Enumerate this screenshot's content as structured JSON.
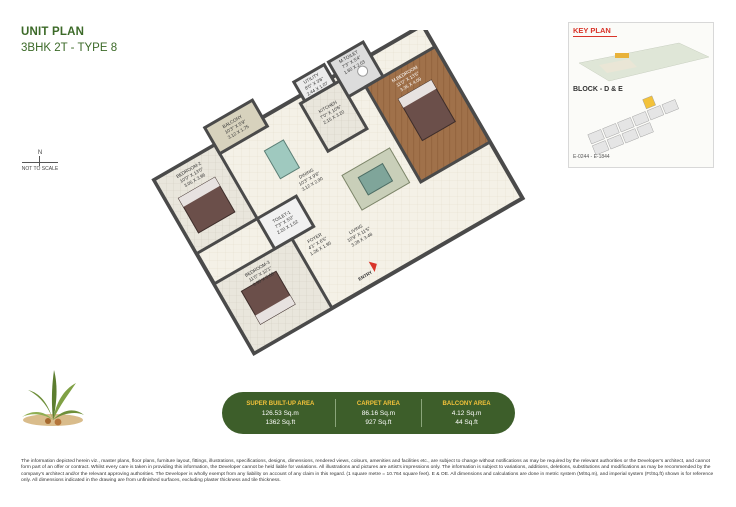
{
  "header": {
    "title": "UNIT PLAN",
    "subtitle": "3BHK 2T - TYPE 8"
  },
  "north": {
    "letter": "N",
    "note": "NOT TO SCALE"
  },
  "rooms": {
    "bedroom2": {
      "name": "BEDROOM-2",
      "dim1": "10'0\" X 13'0\"",
      "dim2": "3.05 X 3.96"
    },
    "balcony": {
      "name": "BALCONY",
      "dim1": "10'3\" X 5'9\"",
      "dim2": "3.12 X 1.75"
    },
    "utility": {
      "name": "UTILITY",
      "dim1": "8'0\" X 3'6\"",
      "dim2": "2.44 X 1.07"
    },
    "mtoilet": {
      "name": "M.TOILET",
      "dim1": "7'3\" X 5'4\"",
      "dim2": "1.60 X 2.03"
    },
    "kitchen": {
      "name": "KITCHEN",
      "dim1": "7'0\" X 10'6\"",
      "dim2": "2.15 X 3.20"
    },
    "mbedroom": {
      "name": "M.BEDROOM",
      "dim1": "11'0\" X 13'5\"",
      "dim2": "3.35 X 4.09"
    },
    "dining": {
      "name": "DINING",
      "dim1": "10'3\" X 9'6\"",
      "dim2": "3.12 X 2.90"
    },
    "toilet1": {
      "name": "TOILET-1",
      "dim1": "7'3\" X 5'0\"",
      "dim2": "2.20 X 1.52"
    },
    "foyer": {
      "name": "FOYER",
      "dim1": "4'1\" X 6'5\"",
      "dim2": "1.26 X 1.95"
    },
    "living": {
      "name": "LIVING",
      "dim1": "10'9\" X 11'5\"",
      "dim2": "3.28 X 3.48"
    },
    "bedroom3": {
      "name": "BEDROOM-3",
      "dim1": "11'0\" X 12'1\"",
      "dim2": "3.35 X 3.68"
    },
    "entry": "ENTRY"
  },
  "keyplan": {
    "title": "KEY PLAN",
    "block": "BLOCK - D & E",
    "units": "E-0244 - E-1844"
  },
  "areas": [
    {
      "heading": "SUPER BUILT-UP AREA",
      "sqm": "126.53 Sq.m",
      "sqft": "1362 Sq.ft"
    },
    {
      "heading": "CARPET AREA",
      "sqm": "86.16 Sq.m",
      "sqft": "927 Sq.ft"
    },
    {
      "heading": "BALCONY AREA",
      "sqm": "4.12 Sq.m",
      "sqft": "44 Sq.ft"
    }
  ],
  "disclaimer": "The information depicted herein viz., master plans, floor plans, furniture layout, fittings, illustrations, specifications, designs, dimensions, rendered views, colours, amenities and facilities etc., are subject to change without notifications as may be required by the relevant authorities or the Developer's architect, and cannot form part of an offer or contract. Whilst every care is taken in providing this information, the Developer cannot be held liable for variations. All illustrations and pictures are artist's impressions only. The information is subject to variations, additions, deletions, substitutions and modifications as may be recommended by the company's architect and/or the relevant approving authorities. The Developer is wholly exempt from any liability on account of any claim in this regard. (1 square metre = 10.764 square feet). E & OE. All dimensions and calculations are done in metric system (M/Sq.m), and imperial system (Ft/Sq.ft) shown is for reference only. All dimensions indicated in the drawing are from unfinished surfaces, excluding plaster thickness and tile thickness."
}
